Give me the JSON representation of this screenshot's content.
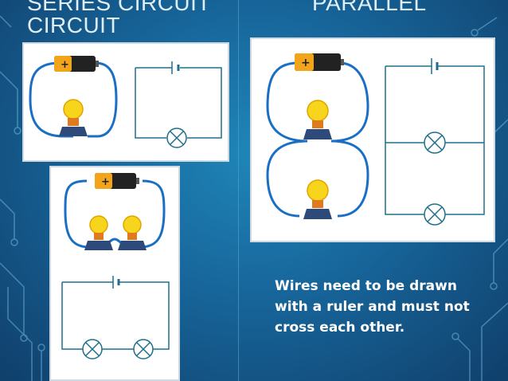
{
  "slide": {
    "title_left_line1": "SERIES CIRCUIT",
    "title_left_line2": "CIRCUIT",
    "title_right": "PARALLEL",
    "note_lines": [
      "Wires need to be drawn",
      "with a ruler and must not",
      "cross each other."
    ],
    "battery_label": "+"
  },
  "colors": {
    "background": "#17659a",
    "wire_blue": "#1a6fc4",
    "schematic_line": "#1f6f8b",
    "bulb_yellow": "#f7d51d",
    "socket_orange": "#e07a1f",
    "base_navy": "#2e4a7a"
  }
}
